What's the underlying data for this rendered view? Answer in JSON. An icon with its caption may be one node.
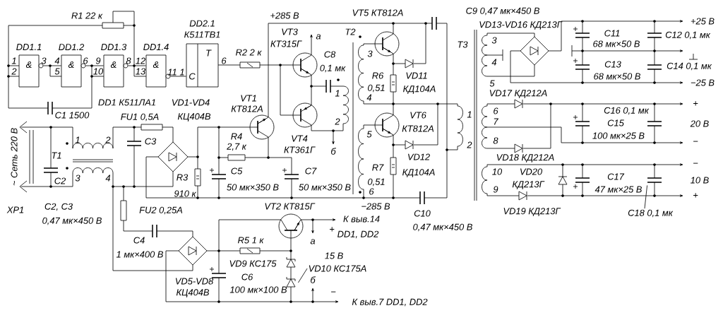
{
  "diagram": {
    "nodes": [
      {
        "text": [
          "DD1.1",
          "&"
        ]
      },
      {
        "text": [
          "DD1.2",
          "&"
        ]
      },
      {
        "text": [
          "DD1.3",
          "&"
        ]
      },
      {
        "text": [
          "DD1.4",
          "&"
        ]
      },
      {
        "text": [
          "DD2.1",
          "К511ТВ1",
          "T",
          "C"
        ]
      },
      {
        "text": [
          "VD10 КС175А"
        ]
      },
      {
        "text": [],
        "shape": "diode"
      },
      {
        "text": [
          "C18 0,1 мк"
        ]
      },
      {
        "text": [],
        "shape": "capacitor"
      }
    ],
    "edges": [
      {
        "from": 0,
        "to": 1,
        "arrow": "none"
      },
      {
        "from": 1,
        "to": 2,
        "arrow": "none"
      },
      {
        "from": 2,
        "to": 3,
        "arrow": "none"
      },
      {
        "from": 3,
        "to": 4,
        "arrow": "none"
      },
      {
        "from": 5,
        "to": 6,
        "arrow": "none"
      },
      {
        "from": 7,
        "to": 8,
        "arrow": "none"
      }
    ],
    "labels": [
      "R1 22 к",
      "+285 В",
      "VT5 КТ812А",
      "C9 0,47 мк×450 В",
      "+25 В",
      "VD13-VD16 КД213Г",
      "VT3",
      "а",
      "T2",
      "C11",
      "C12 0,1 мк",
      "3",
      "КТ315Г",
      "T3",
      "68 мк×50 В",
      "R2 2 к",
      "3",
      "C8",
      "1",
      "3",
      "4",
      "6",
      "9",
      "8",
      "12",
      "6",
      "4",
      "C13",
      "C14 0,1 мк",
      "0,1 мк",
      "2",
      "5",
      "10",
      "13",
      "11",
      "1",
      "R6",
      "VD11",
      "68 мк×50 В",
      "5",
      "−25 В",
      "0,51",
      "КД104А",
      "1",
      "VD17 КД212А",
      "4",
      "VT1",
      "DD1 К511ЛА1",
      "VD1-VD4",
      "+",
      "КТ812А",
      "C16 0,1 мк",
      "6",
      "1",
      "VT6",
      "C1 1500",
      "FU1 0,5А",
      "КЦ404В",
      "2",
      "7",
      "C15",
      "20 В",
      "КТ812А",
      "5",
      "R4",
      "100 мк×25 В",
      "VT4",
      "8",
      "C3",
      "1",
      "2",
      "−",
      "2,7 к",
      "2",
      "КТ361Г",
      "б",
      "T1",
      "VD12",
      "VD18 КД212А",
      "~ Сеть 220 В",
      "−",
      "R7",
      "C5",
      "C7",
      "10",
      "VD20",
      "КД104А",
      "3",
      "4",
      "C17",
      "R3",
      "10 В",
      "0,51",
      "C2",
      "КД213Г",
      "50 мк×350 В",
      "50 мк×350 В",
      "47 мк×25 В",
      "9",
      "6",
      "910 к",
      "+",
      "−285 В",
      "C2, C3",
      "XP1",
      "VT2 КТ815Г",
      "FU2 0,25А",
      "C10",
      "VD19 КД213Г",
      "К выв.14",
      "0,47 мк×450 В",
      "+",
      "0,47 мк×450 В",
      "DD1, DD2",
      "R5 1 к",
      "а",
      "C4",
      "1 мк×400 В",
      "15 В",
      "VD9 КС175",
      "C6",
      "б",
      "VD5-VD8",
      "100 мк×100 В",
      "КЦ404В",
      "−",
      "К выв.7 DD1, DD2"
    ]
  }
}
